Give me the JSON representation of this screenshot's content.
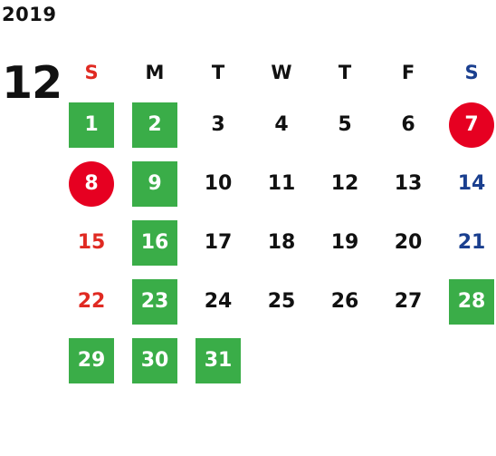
{
  "year": "2019",
  "month": "12",
  "colors": {
    "default": "#111111",
    "sunday": "#e02a22",
    "saturday": "#1a3f8f",
    "holiday_circle": "#e60021",
    "green_highlight": "#3aad48",
    "badge_text": "#ffffff"
  },
  "weekdays": [
    {
      "label": "S",
      "type": "sunday"
    },
    {
      "label": "M",
      "type": "weekday"
    },
    {
      "label": "T",
      "type": "weekday"
    },
    {
      "label": "W",
      "type": "weekday"
    },
    {
      "label": "T",
      "type": "weekday"
    },
    {
      "label": "F",
      "type": "weekday"
    },
    {
      "label": "S",
      "type": "saturday"
    }
  ],
  "days": [
    {
      "day": "1",
      "weekday": 0,
      "week": 0,
      "style": "square"
    },
    {
      "day": "2",
      "weekday": 1,
      "week": 0,
      "style": "square"
    },
    {
      "day": "3",
      "weekday": 2,
      "week": 0,
      "style": "plain"
    },
    {
      "day": "4",
      "weekday": 3,
      "week": 0,
      "style": "plain"
    },
    {
      "day": "5",
      "weekday": 4,
      "week": 0,
      "style": "plain"
    },
    {
      "day": "6",
      "weekday": 5,
      "week": 0,
      "style": "plain"
    },
    {
      "day": "7",
      "weekday": 6,
      "week": 0,
      "style": "circle"
    },
    {
      "day": "8",
      "weekday": 0,
      "week": 1,
      "style": "circle"
    },
    {
      "day": "9",
      "weekday": 1,
      "week": 1,
      "style": "square"
    },
    {
      "day": "10",
      "weekday": 2,
      "week": 1,
      "style": "plain"
    },
    {
      "day": "11",
      "weekday": 3,
      "week": 1,
      "style": "plain"
    },
    {
      "day": "12",
      "weekday": 4,
      "week": 1,
      "style": "plain"
    },
    {
      "day": "13",
      "weekday": 5,
      "week": 1,
      "style": "plain"
    },
    {
      "day": "14",
      "weekday": 6,
      "week": 1,
      "style": "plain"
    },
    {
      "day": "15",
      "weekday": 0,
      "week": 2,
      "style": "plain"
    },
    {
      "day": "16",
      "weekday": 1,
      "week": 2,
      "style": "square"
    },
    {
      "day": "17",
      "weekday": 2,
      "week": 2,
      "style": "plain"
    },
    {
      "day": "18",
      "weekday": 3,
      "week": 2,
      "style": "plain"
    },
    {
      "day": "19",
      "weekday": 4,
      "week": 2,
      "style": "plain"
    },
    {
      "day": "20",
      "weekday": 5,
      "week": 2,
      "style": "plain"
    },
    {
      "day": "21",
      "weekday": 6,
      "week": 2,
      "style": "plain"
    },
    {
      "day": "22",
      "weekday": 0,
      "week": 3,
      "style": "plain"
    },
    {
      "day": "23",
      "weekday": 1,
      "week": 3,
      "style": "square"
    },
    {
      "day": "24",
      "weekday": 2,
      "week": 3,
      "style": "plain"
    },
    {
      "day": "25",
      "weekday": 3,
      "week": 3,
      "style": "plain"
    },
    {
      "day": "26",
      "weekday": 4,
      "week": 3,
      "style": "plain"
    },
    {
      "day": "27",
      "weekday": 5,
      "week": 3,
      "style": "plain"
    },
    {
      "day": "28",
      "weekday": 6,
      "week": 3,
      "style": "square"
    },
    {
      "day": "29",
      "weekday": 0,
      "week": 4,
      "style": "square"
    },
    {
      "day": "30",
      "weekday": 1,
      "week": 4,
      "style": "square"
    },
    {
      "day": "31",
      "weekday": 2,
      "week": 4,
      "style": "square"
    }
  ]
}
